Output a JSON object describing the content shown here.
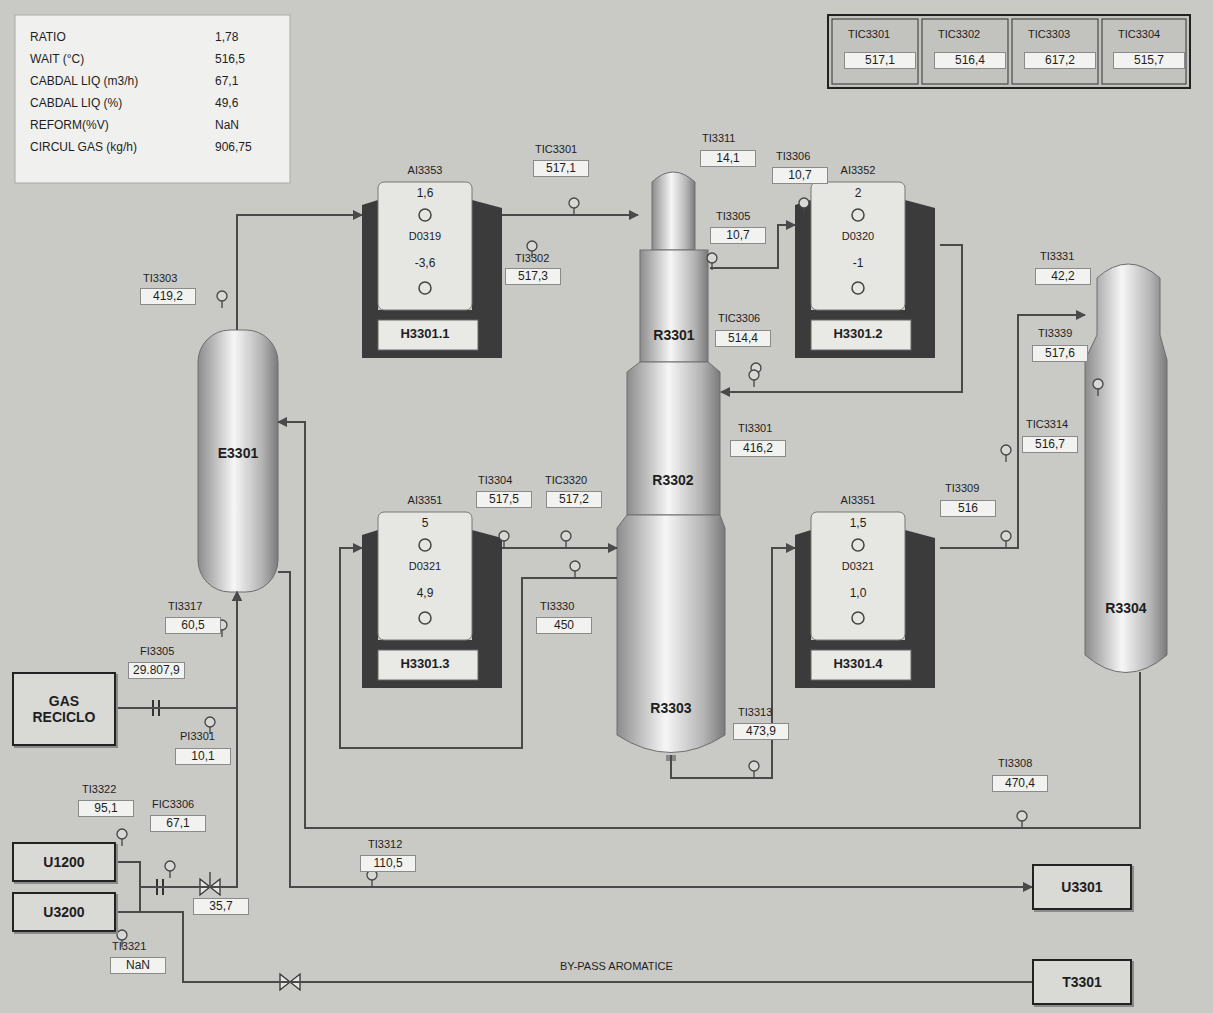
{
  "diagram": {
    "nodes": [
      {
        "text": [
          "E3301"
        ]
      },
      {
        "text": [
          "AI3353",
          "1,6",
          "D0319",
          "-3,6",
          "H3301.1"
        ]
      },
      {
        "text": [
          "R3301"
        ]
      },
      {
        "text": [
          "AI3352",
          "2",
          "D0320",
          "-1",
          "H3301.2"
        ]
      },
      {
        "text": [
          "R3302"
        ]
      },
      {
        "text": [
          "AI3351",
          "5",
          "D0321",
          "4,9",
          "H3301.3"
        ]
      },
      {
        "text": [
          "R3303"
        ]
      },
      {
        "text": [
          "AI3351",
          "1,5",
          "D0321",
          "1,0",
          "H3301.4"
        ]
      },
      {
        "text": [
          "R3304"
        ]
      },
      {
        "text": [
          "GAS RECICLO"
        ]
      },
      {
        "text": [
          "U1200"
        ]
      },
      {
        "text": [
          "U3200"
        ]
      },
      {
        "text": [
          "U3301"
        ]
      },
      {
        "text": [
          "T3301"
        ]
      }
    ],
    "edges": [
      {
        "from": 9,
        "to": 0,
        "arrow": "to"
      },
      {
        "from": 10,
        "to": 0,
        "arrow": "to"
      },
      {
        "from": 11,
        "to": 0,
        "arrow": "to"
      },
      {
        "from": 11,
        "to": 13,
        "arrow": "none"
      },
      {
        "from": 0,
        "to": 1,
        "arrow": "to"
      },
      {
        "from": 1,
        "to": 2,
        "arrow": "to"
      },
      {
        "from": 2,
        "to": 3,
        "arrow": "to"
      },
      {
        "from": 3,
        "to": 4,
        "arrow": "to"
      },
      {
        "from": 6,
        "to": 5,
        "arrow": "to"
      },
      {
        "from": 5,
        "to": 6,
        "arrow": "to"
      },
      {
        "from": 6,
        "to": 7,
        "arrow": "to"
      },
      {
        "from": 7,
        "to": 8,
        "arrow": "to"
      },
      {
        "from": 8,
        "to": 0,
        "arrow": "to"
      },
      {
        "from": 0,
        "to": 12,
        "arrow": "to"
      }
    ],
    "labels": [
      "RATIO",
      "1,78",
      "WAIT (°C)",
      "516,5",
      "CABDAL LIQ (m3/h)",
      "67,1",
      "CABDAL LIQ (%)",
      "49,6",
      "REFORM(%V)",
      "NaN",
      "CIRCUL GAS (kg/h)",
      "906,75",
      "TIC3301",
      "517,1",
      "TIC3302",
      "516,4",
      "TIC3303",
      "617,2",
      "TIC3304",
      "515,7",
      "TI3303",
      "419,2",
      "TIC3301",
      "517,1",
      "TI3302",
      "517,3",
      "TI3311",
      "14,1",
      "TI3306",
      "10,7",
      "TI3305",
      "10,7",
      "TIC3306",
      "514,4",
      "TI3301",
      "416,2",
      "TI3304",
      "517,5",
      "TIC3320",
      "517,2",
      "TI3330",
      "450",
      "TI3313",
      "473,9",
      "TI3331",
      "42,2",
      "TI3339",
      "517,6",
      "TIC3314",
      "516,7",
      "TI3309",
      "516",
      "TI3308",
      "470,4",
      "TI3317",
      "60,5",
      "FI3305",
      "29.807,9",
      "PI3301",
      "10,1",
      "TI3322",
      "95,1",
      "FIC3306",
      "67,1",
      "35,7",
      "TI3312",
      "110,5",
      "TI3321",
      "NaN",
      "BY-PASS AROMATICE"
    ]
  }
}
